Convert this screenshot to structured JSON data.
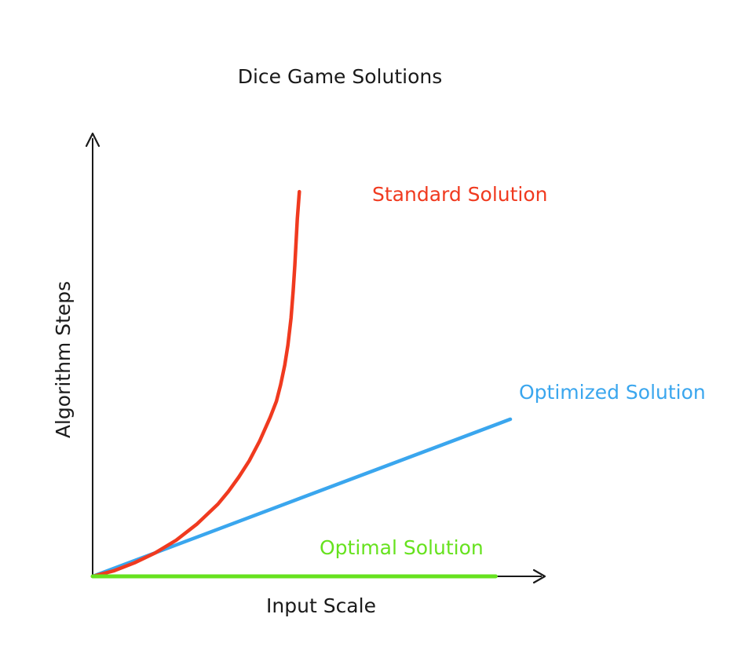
{
  "chart_data": {
    "type": "line",
    "title": "Dice Game Solutions",
    "xlabel": "Input Scale",
    "ylabel": "Algorithm Steps",
    "grid": false,
    "axis_color": "#1a1a1a",
    "series": [
      {
        "name": "Standard Solution",
        "color": "#f03a1f",
        "points": [
          [
            0,
            0
          ],
          [
            10,
            3
          ],
          [
            20,
            7.5
          ],
          [
            30,
            13
          ],
          [
            40,
            20
          ],
          [
            50,
            29
          ],
          [
            60,
            40
          ],
          [
            65,
            47
          ],
          [
            70,
            55
          ],
          [
            75,
            64
          ],
          [
            80,
            75
          ],
          [
            85,
            88
          ],
          [
            88,
            97
          ],
          [
            90,
            106
          ],
          [
            92,
            117
          ],
          [
            93.5,
            128
          ],
          [
            95,
            143
          ],
          [
            96,
            158
          ],
          [
            96.8,
            172
          ],
          [
            97.4,
            185
          ],
          [
            98,
            198
          ],
          [
            99,
            213
          ]
        ]
      },
      {
        "name": "Optimized Solution",
        "color": "#3aa6ee",
        "points": [
          [
            0,
            0
          ],
          [
            200,
            87
          ]
        ]
      },
      {
        "name": "Optimal Solution",
        "color": "#66e21e",
        "points": [
          [
            0,
            0
          ],
          [
            193,
            0
          ]
        ]
      }
    ]
  }
}
